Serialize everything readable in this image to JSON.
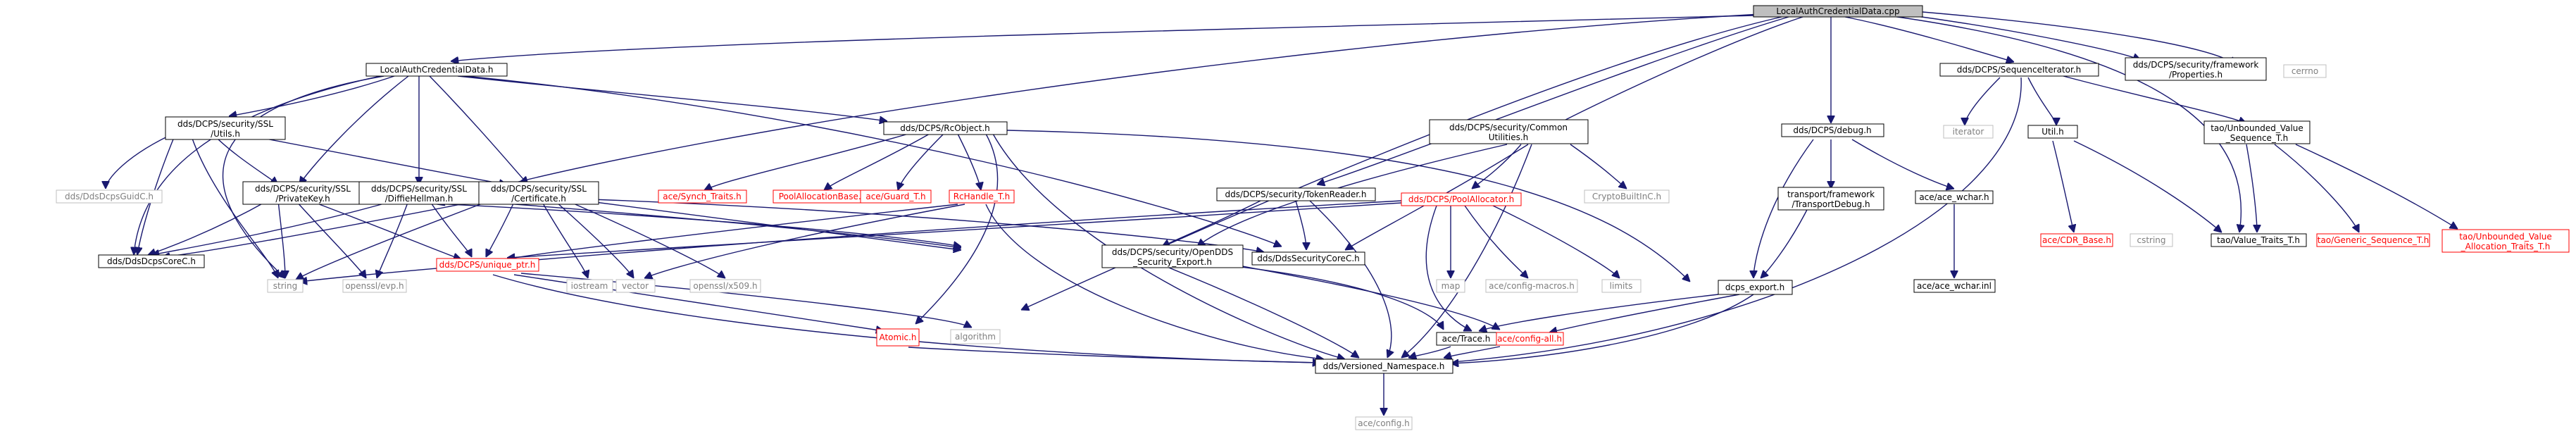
{
  "nodes": {
    "root": "LocalAuthCredentialData.cpp",
    "lacd": "LocalAuthCredentialData.h",
    "seqit": "dds/DCPS/SequenceIterator.h",
    "secfwk": [
      "dds/DCPS/security/framework",
      "/Properties.h"
    ],
    "cerrno": "cerrno",
    "sslutils": [
      "dds/DCPS/security/SSL",
      "/Utils.h"
    ],
    "rcobj": "dds/DCPS/RcObject.h",
    "commonutil": [
      "dds/DCPS/security/Common",
      "Utilities.h"
    ],
    "debug": "dds/DCPS/debug.h",
    "iterator": "iterator",
    "utilh": "Util.h",
    "unbseq": [
      "tao/Unbounded_Value",
      "_Sequence_T.h"
    ],
    "guidc": "dds/DdsDcpsGuidC.h",
    "privkey": [
      "dds/DCPS/security/SSL",
      "/PrivateKey.h"
    ],
    "diffie": [
      "dds/DCPS/security/SSL",
      "/DiffieHellman.h"
    ],
    "cert": [
      "dds/DCPS/security/SSL",
      "/Certificate.h"
    ],
    "synch": "ace/Synch_Traits.h",
    "poolbase": "PoolAllocationBase.h",
    "guard": "ace/Guard_T.h",
    "rchandle": "RcHandle_T.h",
    "tokenreader": "dds/DCPS/security/TokenReader.h",
    "poolalloc": "dds/DCPS/PoolAllocator.h",
    "cryptobuilt": "CryptoBuiltInC.h",
    "transdebug": [
      "transport/framework",
      "/TransportDebug.h"
    ],
    "acewchar": "ace/ace_wchar.h",
    "cdrbase": "ace/CDR_Base.h",
    "cstring": "cstring",
    "valuetraits": "tao/Value_Traits_T.h",
    "genseq": "tao/Generic_Sequence_T.h",
    "unballoc": [
      "tao/Unbounded_Value",
      "_Allocation_Traits_T.h"
    ],
    "dcpscore": "dds/DdsDcpsCoreC.h",
    "string": "string",
    "evp": "openssl/evp.h",
    "uniqueptr": "dds/DCPS/unique_ptr.h",
    "iostream": "iostream",
    "vector": "vector",
    "x509": "openssl/x509.h",
    "opendds_export": [
      "dds/DCPS/security/OpenDDS",
      "_Security_Export.h"
    ],
    "securitycore": "dds/DdsSecurityCoreC.h",
    "map": "map",
    "configmacros": "ace/config-macros.h",
    "limits": "limits",
    "dcpsexport": "dcps_export.h",
    "acewcharinl": "ace/ace_wchar.inl",
    "atomic": "Atomic.h",
    "algorithm": "algorithm",
    "trace": "ace/Trace.h",
    "configall": "ace/config-all.h",
    "versioned": "dds/Versioned_Namespace.h",
    "aceconfig": "ace/config.h"
  },
  "colors": {
    "edge": "#191970",
    "root_fill": "#bfbfbf",
    "red_border": "#ff0000",
    "missing_border": "#bfbfbf",
    "text": "#000000"
  }
}
